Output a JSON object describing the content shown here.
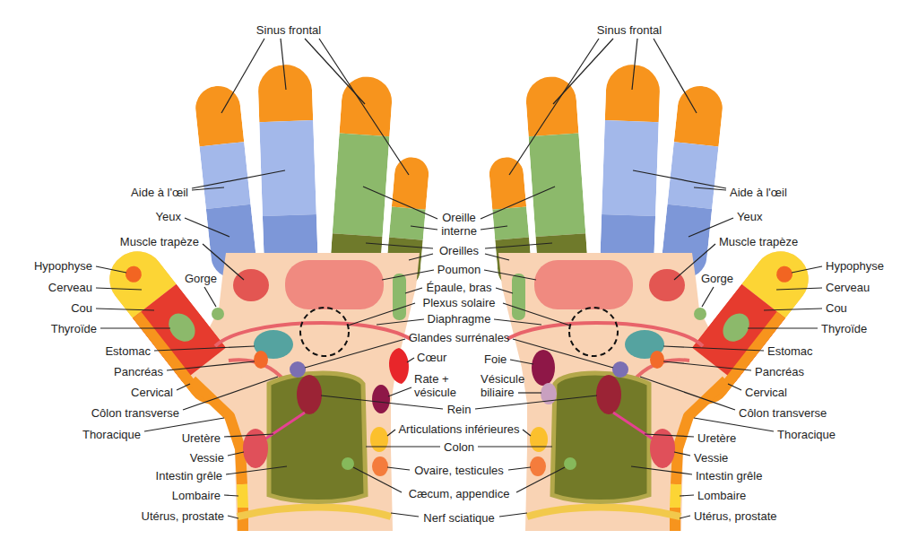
{
  "diagram": {
    "labels": [
      "Sinus frontal",
      "Aide à l'œil",
      "Yeux",
      "Muscle trapèze",
      "Hypophyse",
      "Cerveau",
      "Gorge",
      "Cou",
      "Thyroïde",
      "Estomac",
      "Pancréas",
      "Cervical",
      "Côlon transverse",
      "Thoracique",
      "Uretère",
      "Vessie",
      "Intestin grêle",
      "Lombaire",
      "Utérus, prostate",
      "Sinus frontal",
      "Oreille interne",
      "Oreilles",
      "Poumon",
      "Épaule, bras",
      "Plexus solaire",
      "Diaphragme",
      "Glandes surrénales",
      "Cœur",
      "Foie",
      "Rate + vésicule",
      "Vésicule biliaire",
      "Rein",
      "Articulations inférieures",
      "Colon",
      "Ovaire, testicules",
      "Cæcum, appendice",
      "Nerf sciatique",
      "Aide à l'œil",
      "Yeux",
      "Muscle trapèze",
      "Hypophyse",
      "Cerveau",
      "Gorge",
      "Cou",
      "Thyroïde",
      "Estomac",
      "Pancréas",
      "Cervical",
      "Côlon transverse",
      "Thoracique",
      "Uretère",
      "Vessie",
      "Intestin grêle",
      "Lombaire",
      "Utérus, prostate"
    ]
  }
}
